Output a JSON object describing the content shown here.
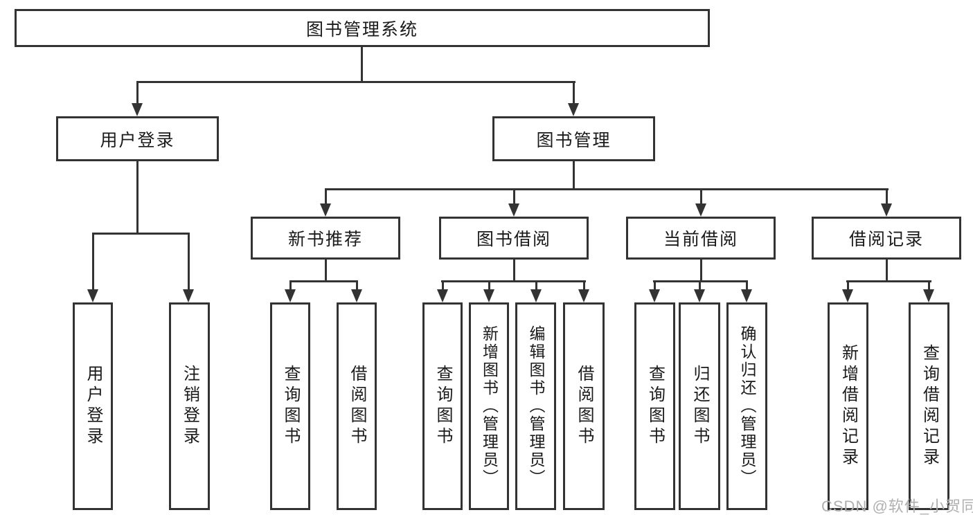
{
  "tree": {
    "root": "图书管理系统",
    "level1": {
      "user_login": "用户登录",
      "book_mgmt": "图书管理"
    },
    "level2": {
      "new_book": "新书推荐",
      "book_borrow": "图书借阅",
      "current_borrow": "当前借阅",
      "borrow_records": "借阅记录"
    },
    "leaves": {
      "user_login": [
        "用户登录",
        "注销登录"
      ],
      "new_book": [
        "查询图书",
        "借阅图书"
      ],
      "book_borrow": [
        "查询图书",
        "新增图书（管理员）",
        "编辑图书（管理员）",
        "借阅图书"
      ],
      "current_borrow": [
        "查询图书",
        "归还图书",
        "确认归还（管理员）"
      ],
      "borrow_records": [
        "新增借阅记录",
        "查询借阅记录"
      ]
    }
  },
  "watermark": "CSDN @软件_小贺同学",
  "colors": {
    "line": "#333333",
    "text": "#1a1a1a",
    "watermark": "#b0b0b0",
    "background": "#ffffff"
  }
}
